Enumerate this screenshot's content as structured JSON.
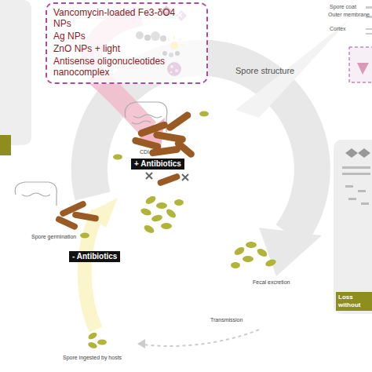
{
  "diagram": {
    "nodes": [
      {
        "text": [
          "Vancomycin-loaded Fe3-δO4 NPs",
          "Ag NPs",
          "ZnO NPs + light",
          "Antisense oligonucleotides nanocomplex"
        ]
      },
      {
        "text": [
          "+ Antibiotics"
        ]
      },
      {
        "text": [
          "- Antibiotics"
        ]
      },
      {
        "text": [
          "Loss without"
        ]
      }
    ],
    "labels": [
      "Spore structure",
      "Spore coat",
      "Outer membrane",
      "Cortex",
      "CDI",
      "Spore germination",
      "Fecal excretion",
      "Spore ingested by hosts",
      "Transmission"
    ]
  }
}
